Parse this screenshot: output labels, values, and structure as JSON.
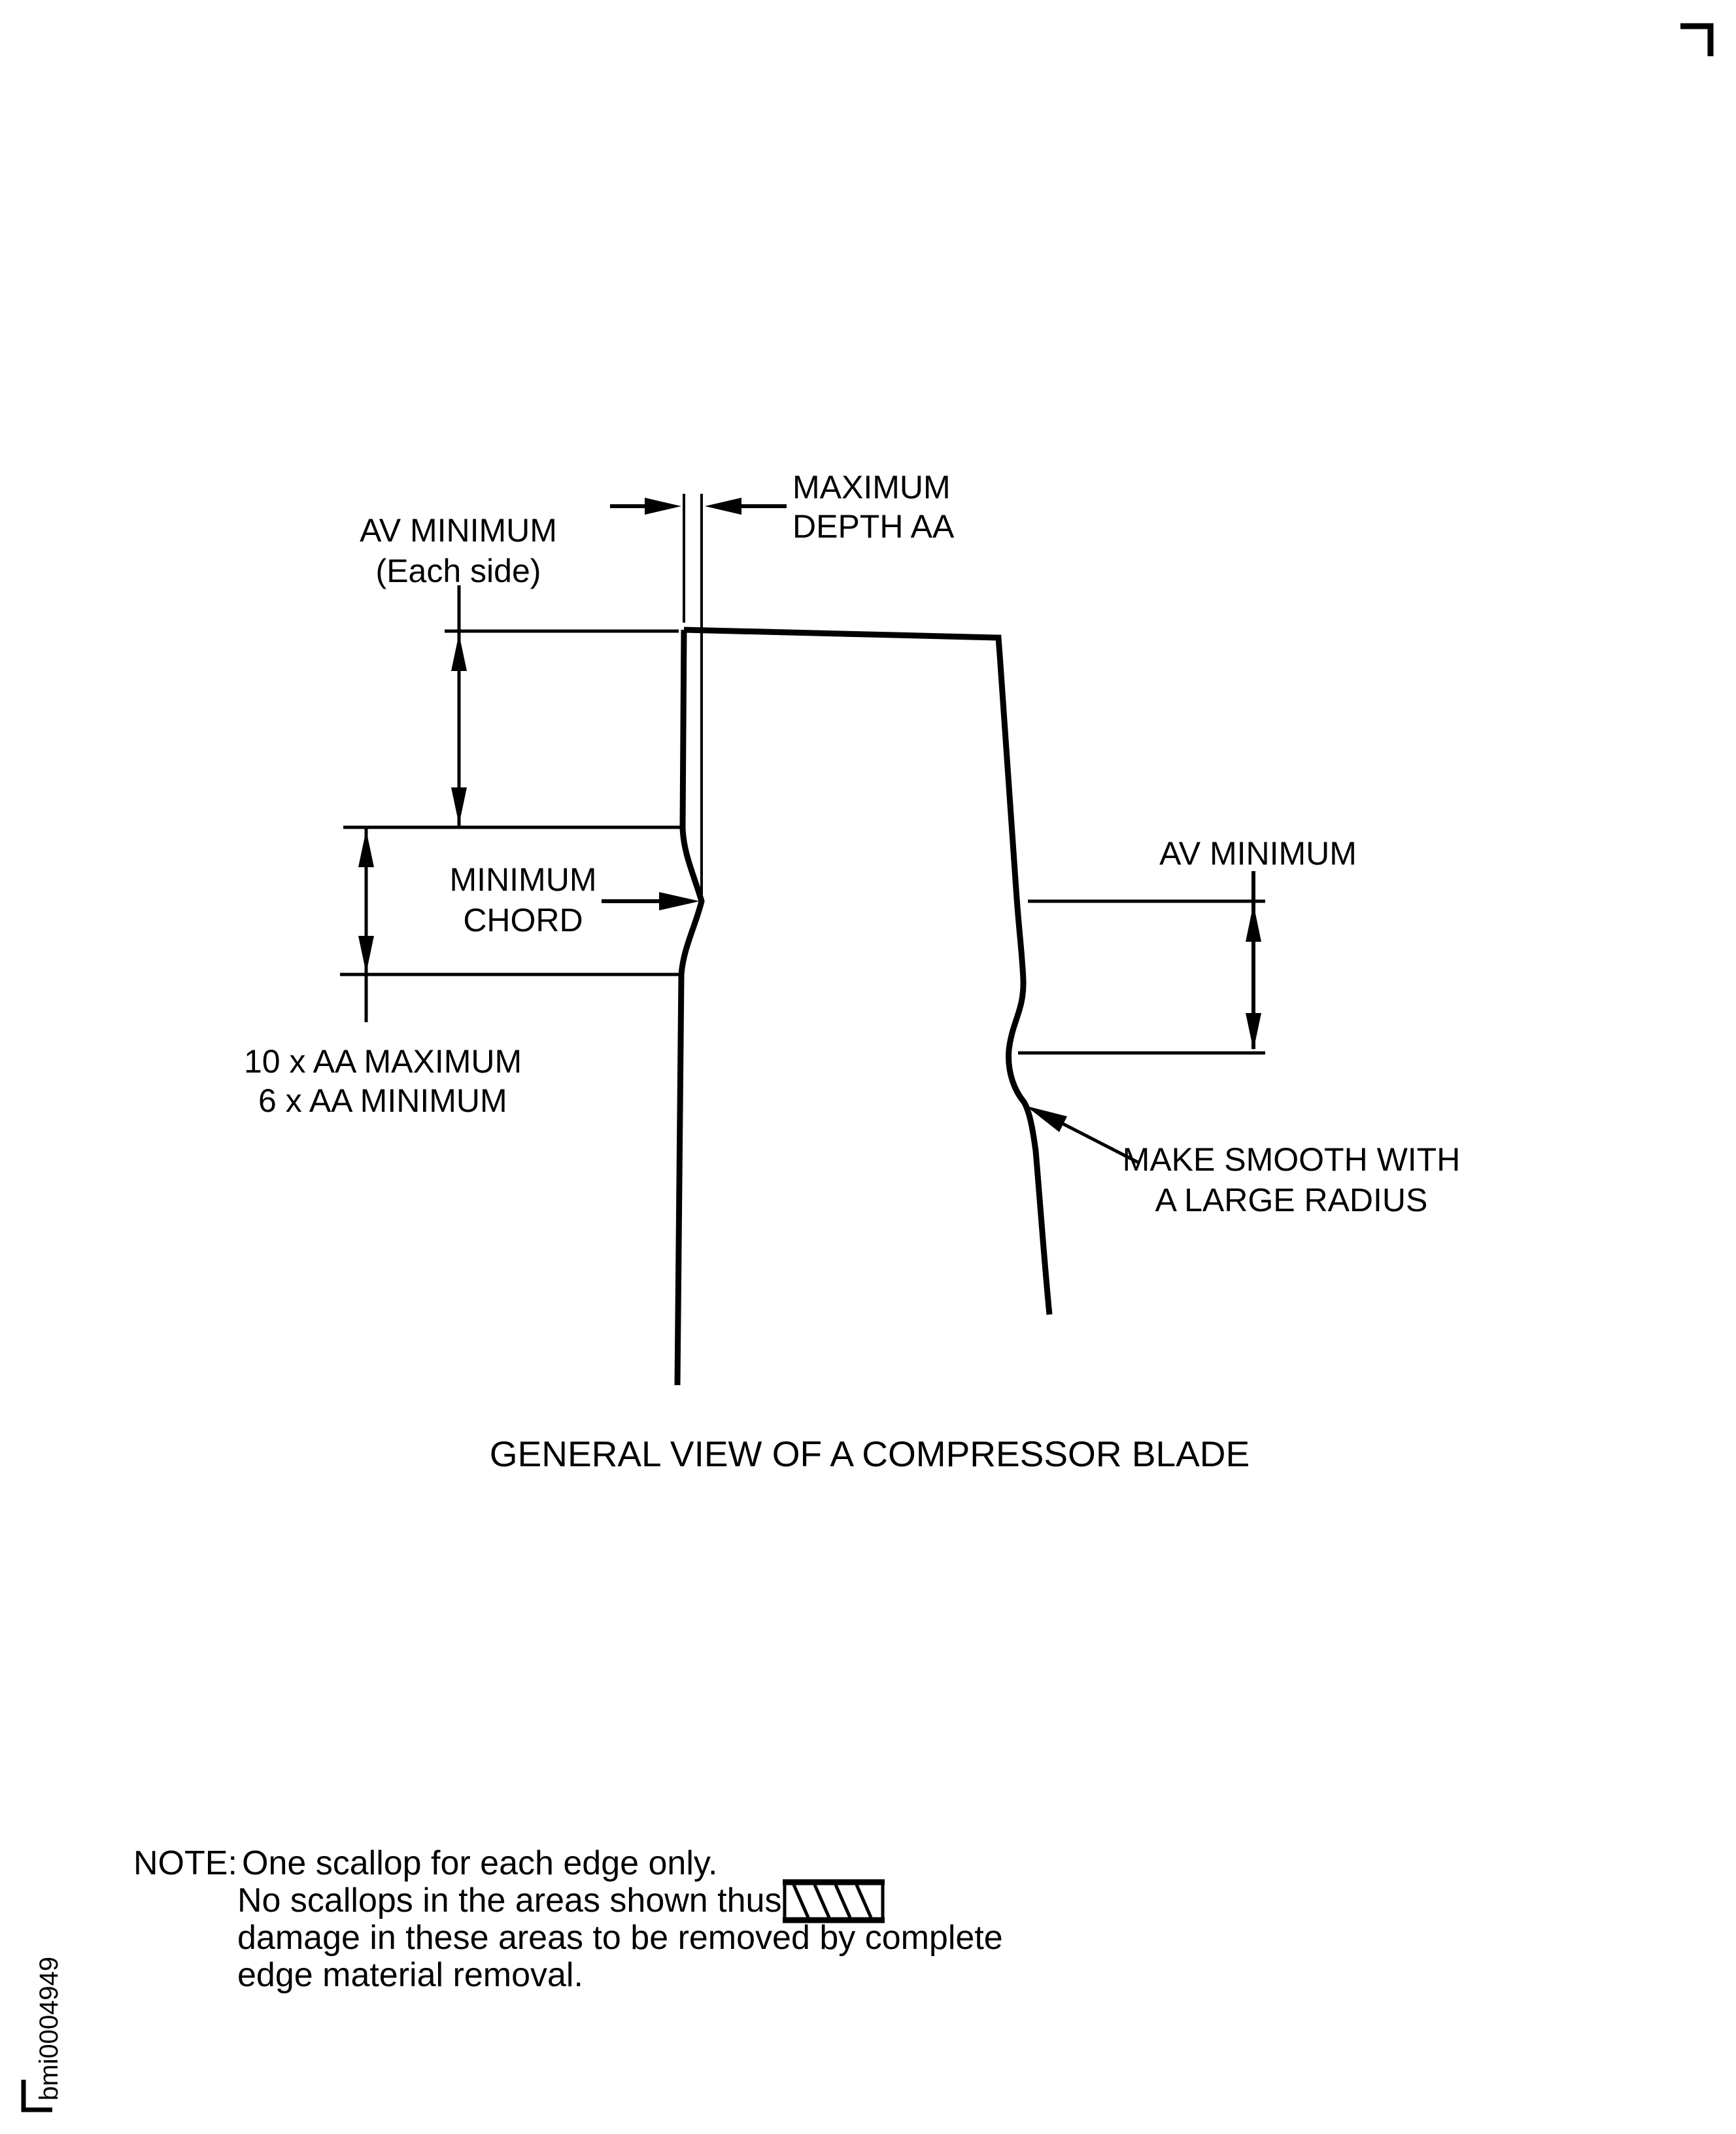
{
  "figure": {
    "kind": "engineering-diagram",
    "subject": "compressor blade scallop repair limits",
    "colors": {
      "ink": "#000000",
      "paper": "#ffffff"
    }
  },
  "labels": {
    "max_depth": {
      "line1": "MAXIMUM",
      "line2": "DEPTH AA"
    },
    "av_min_left": {
      "line1": "AV MINIMUM",
      "line2": "(Each side)"
    },
    "min_chord": {
      "line1": "MINIMUM",
      "line2": "CHORD"
    },
    "aa_limits": {
      "line1": "10 x AA MAXIMUM",
      "line2": "6 x AA MINIMUM"
    },
    "av_min_right": "AV MINIMUM",
    "make_smooth": {
      "line1": "MAKE SMOOTH WITH",
      "line2": "A LARGE RADIUS"
    },
    "caption": "GENERAL VIEW OF A COMPRESSOR BLADE"
  },
  "note": {
    "prefix": "NOTE:",
    "line1": "One scallop for each edge only.",
    "line2": "No scallops in the areas shown thus",
    "line3": "damage in these areas to be removed by complete",
    "line4": "edge material removal."
  },
  "doc_id": "bmi0004949"
}
